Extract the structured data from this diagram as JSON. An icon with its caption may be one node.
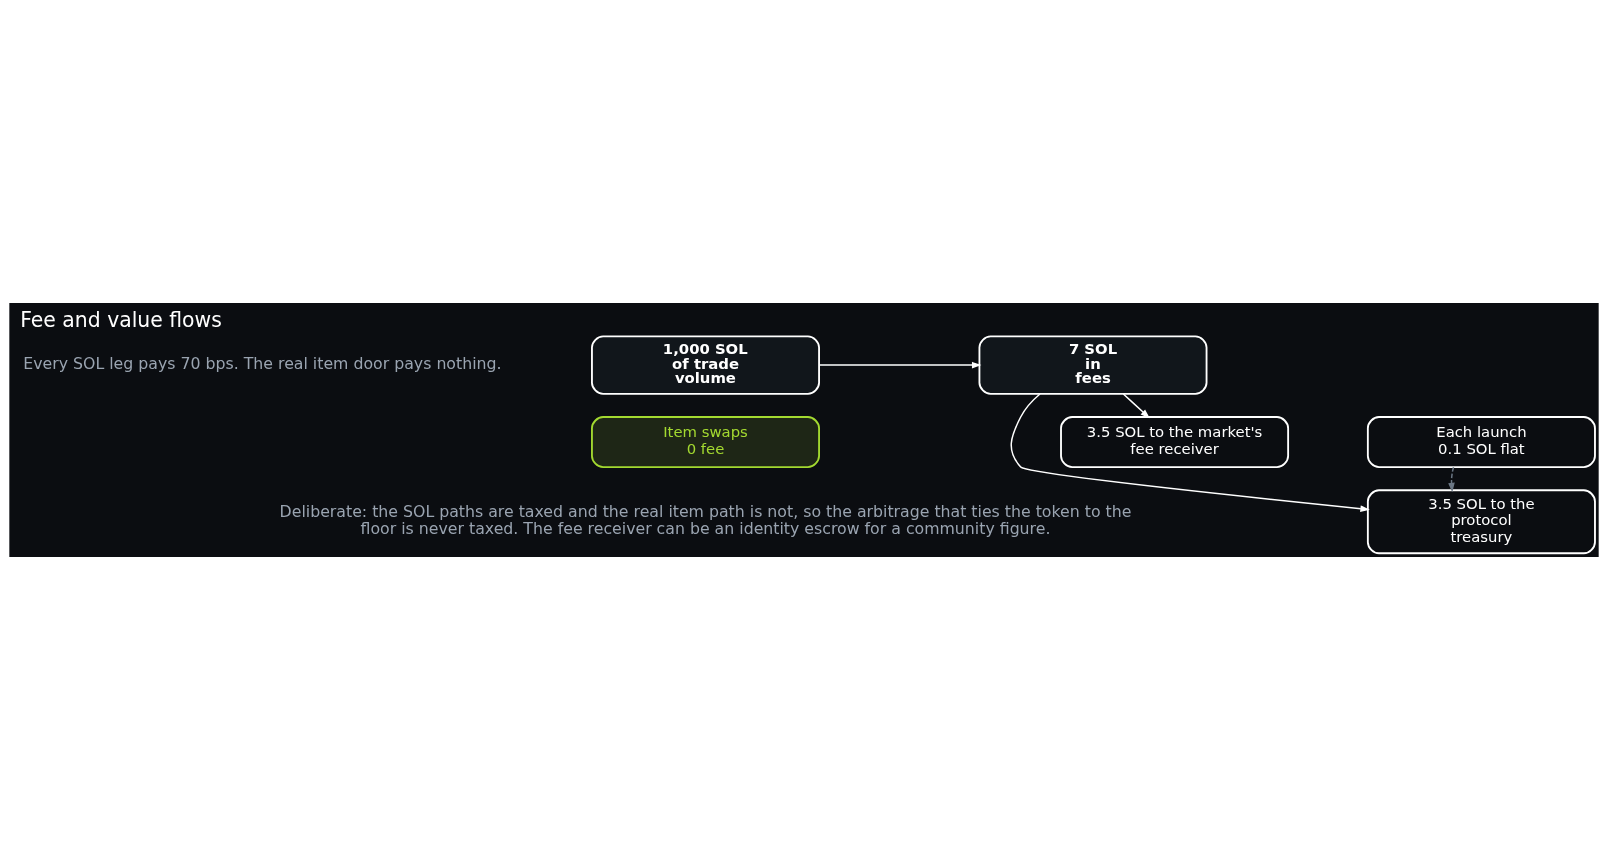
{
  "diagram": {
    "title": "Fee and value flows",
    "caption": "Deliberate: the SOL paths are taxed and the real item path is not, so the arbitrage that ties the token to the floor is never taxed. The fee receiver can be an identity escrow for a community figure.",
    "nodes": [
      {
        "text": [
          "1,000 SOL of trade volume"
        ]
      },
      {
        "text": [
          "7 SOL in fees"
        ]
      },
      {
        "text": [
          "3.5 SOL to the market's fee receiver"
        ]
      },
      {
        "text": [
          "3.5 SOL to the protocol treasury"
        ]
      },
      {
        "text": [
          "Item swaps 0 fee"
        ]
      },
      {
        "text": [
          "Each launch 0.1 SOL flat"
        ]
      }
    ],
    "edges": [
      {
        "from": 0,
        "to": 1,
        "arrow": "to"
      },
      {
        "from": 1,
        "to": 2,
        "arrow": "to"
      },
      {
        "from": 1,
        "to": 3,
        "arrow": "to"
      },
      {
        "from": 5,
        "to": 3,
        "arrow": "to",
        "style": "dashed",
        "color": "#6b7785"
      }
    ],
    "labels": [
      "Every SOL leg pays 70 bps. The real item door pays nothing."
    ]
  }
}
